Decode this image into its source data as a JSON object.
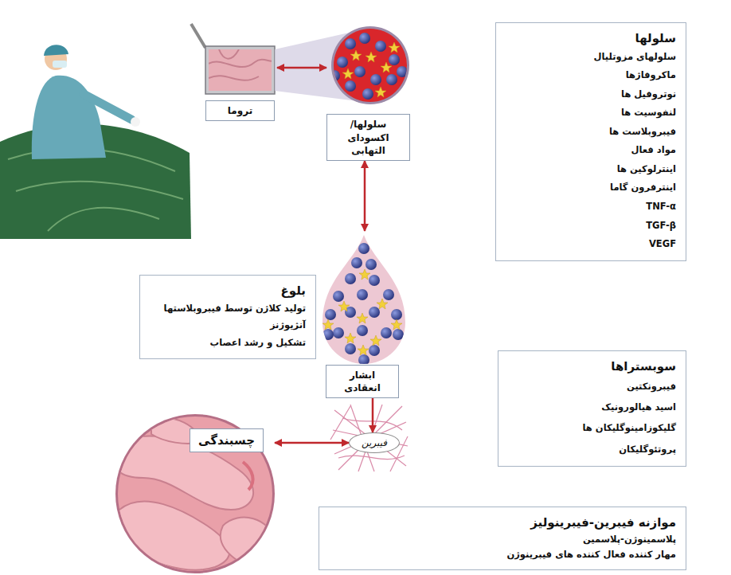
{
  "diagram": {
    "nodes": [
      {
        "text": [
          "تروما"
        ]
      },
      {
        "text": [
          "سلولها",
          "سلولهای مزوتلیال",
          "ماکروفاژها",
          "نوتروفیل ها",
          "لنفوسیت ها",
          "فیبروبلاست ها",
          "مواد فعال",
          "اینترلوکین ها",
          "اینترفرون گاما",
          "TNF-α",
          "TGF-β",
          "VEGF"
        ]
      },
      {
        "text": [
          "سلولها/اکسودای التهابی"
        ]
      },
      {
        "text": [
          "بلوغ",
          "تولید کلاژن توسط فیبروبلاستها",
          "آنژیوژنز",
          "تشکیل و رشد اعصاب"
        ]
      },
      {
        "text": [
          "ابشار انعقادی"
        ]
      },
      {
        "text": [
          "سوبستراها",
          "فیبرونکتین",
          "اسید هیالورونیک",
          "گلیکوزامینوگلیکان ها",
          "پروتئوگلیکان"
        ]
      },
      {
        "text": [
          "چسبندگی"
        ]
      },
      {
        "text": [
          "فیبرین"
        ]
      },
      {
        "text": [
          "موازنه فیبرین-فیبرینولیز",
          "پلاسمینوژن-پلاسمین",
          "مهار کننده فعال کننده های فیبرینوژن"
        ]
      }
    ],
    "edges": [
      {
        "from": 0,
        "to": 2,
        "arrow": "both"
      },
      {
        "from": 2,
        "to": 4,
        "arrow": "both"
      },
      {
        "from": 4,
        "to": 7,
        "arrow": "to"
      },
      {
        "from": 7,
        "to": 6,
        "arrow": "both"
      }
    ]
  }
}
